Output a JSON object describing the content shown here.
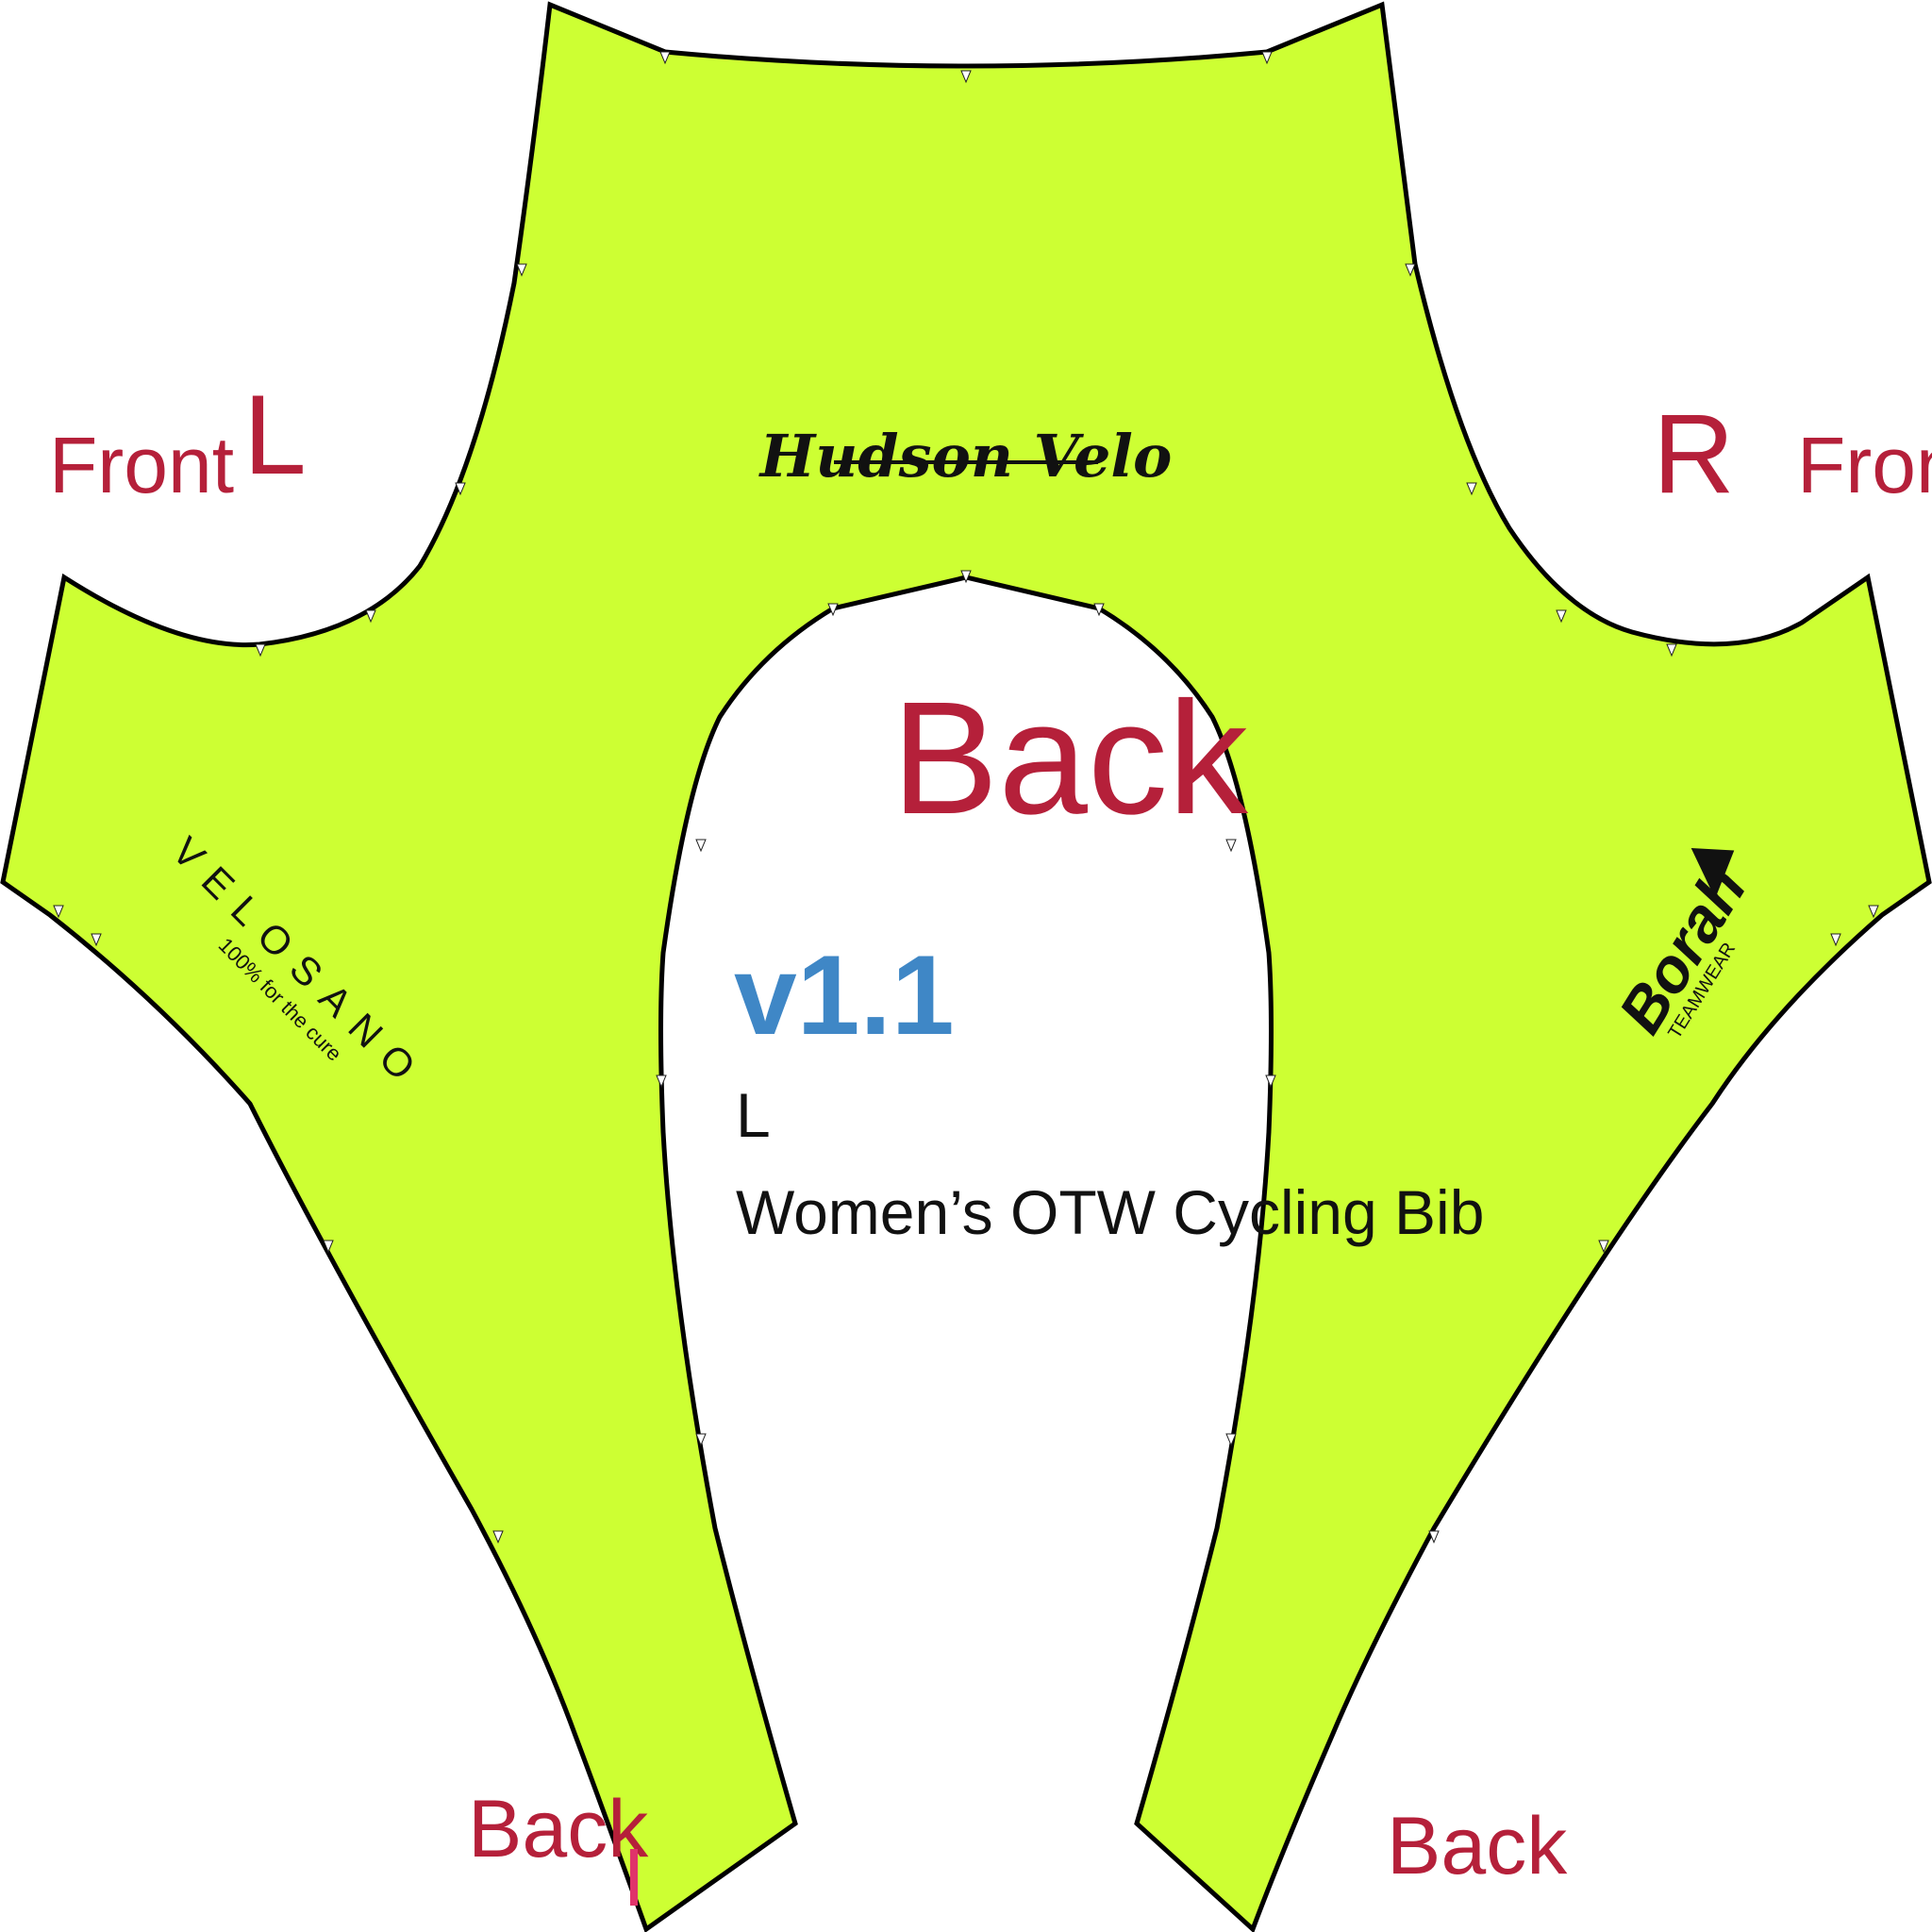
{
  "pattern": {
    "fill_color": "#cdff33",
    "outline_color": "#000000"
  },
  "labels": {
    "front_left": "Front",
    "front_right": "Front",
    "side_left": "L",
    "side_right": "R",
    "center_back": "Back",
    "back_left": "Back",
    "back_right": "Back",
    "label_color": "#b5203a"
  },
  "spec": {
    "version": "v1.1",
    "version_color": "#3f87c6",
    "size": "L",
    "product": "Women’s OTW Cycling Bib"
  },
  "logos": {
    "hudson_velo": "Hudson Velo",
    "velosano": "VELOSANO",
    "velosano_tagline": "100% for the cure",
    "borah": "Borah",
    "borah_tagline": "TEAMWEAR"
  }
}
